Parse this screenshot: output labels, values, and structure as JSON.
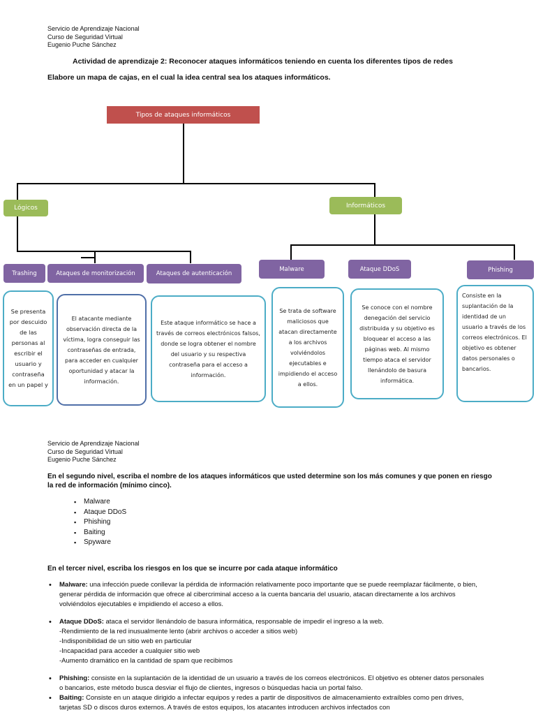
{
  "header": {
    "line1": "Servicio de Aprendizaje Nacional",
    "line2": "Curso de Seguridad Virtual",
    "line3": "Eugenio Puche Sánchez"
  },
  "activity_title": "Actividad de aprendizaje 2: Reconocer ataques informáticos teniendo en cuenta los diferentes tipos de redes",
  "instruction1": "Elabore un mapa de cajas, en el cual la idea central sea los ataques informáticos.",
  "diagram": {
    "root": "Tipos de ataques informáticos",
    "branch_left": "Lógicos",
    "branch_right": "Informáticos",
    "nodes": [
      {
        "label": "Trashing",
        "desc": "Se presenta por descuido de las personas al escribir el usuario y contraseña en un papel y"
      },
      {
        "label": "Ataques de monitorización",
        "desc": "El atacante mediante observación directa de la víctima, logra conseguir las contraseñas de entrada, para acceder en cualquier oportunidad y atacar la información."
      },
      {
        "label": "Ataques de autenticación",
        "desc": "Este ataque informático se hace a través de correos electrónicos falsos, donde se logra obtener el nombre del usuario y su respectiva contraseña para el acceso a información."
      },
      {
        "label": "Malware",
        "desc": "Se trata de software maliciosos que atacan directamente a los archivos volviéndolos ejecutables e impidiendo el acceso a ellos."
      },
      {
        "label": "Ataque DDoS",
        "desc": "Se conoce con el nombre denegación del servicio distribuida y su objetivo es bloquear el acceso a las páginas web. Al mismo tiempo ataca el servidor llenándolo de basura informática."
      },
      {
        "label": "Phishing",
        "desc": "Consiste en la suplantación de la identidad de un usuario a través de los correos electrónicos. El objetivo es obtener datos personales o bancarios."
      }
    ]
  },
  "section2": {
    "instruction": "En el segundo nivel, escriba el nombre de los ataques informáticos que usted determine son los más comunes y que ponen en riesgo la red de información (mínimo cinco).",
    "items": [
      "Malware",
      "Ataque DDoS",
      "Phishing",
      "Baiting",
      "Spyware"
    ]
  },
  "section3": {
    "instruction": "En el tercer nivel, escriba los riesgos en los que se incurre por cada ataque informático",
    "items": [
      {
        "term": "Malware:",
        "text": " una infección puede conllevar la pérdida de información relativamente poco importante que se puede reemplazar fácilmente, o bien, generar pérdida de información que ofrece al cibercriminal acceso a la cuenta bancaria del usuario, atacan directamente a los archivos volviéndolos ejecutables e impidiendo el acceso a ellos."
      },
      {
        "term": "Ataque DDoS:",
        "text": " ataca el servidor llenándolo de basura informática, responsable de impedir el ingreso a la web.",
        "sub": [
          "-Rendimiento de la red inusualmente lento (abrir archivos o acceder a sitios web)",
          "-Indisponibilidad de un sitio web en particular",
          "-Incapacidad para acceder a cualquier sitio web",
          "-Aumento dramático en la cantidad de spam que recibimos"
        ]
      },
      {
        "term": "Phishing:",
        "text": " consiste en la suplantación de la identidad de un usuario a través de los correos electrónicos. El objetivo es obtener datos personales o bancarios, este método busca desviar el flujo de clientes, ingresos o búsquedas hacia un portal falso."
      },
      {
        "term": "Baiting:",
        "text": " Consiste en un ataque dirigido a infectar equipos y redes a partir de dispositivos de almacenamiento extraíbles como pen drives, tarjetas SD o discos duros externos. A través de estos equipos, los atacantes introducen archivos infectados con"
      }
    ]
  }
}
